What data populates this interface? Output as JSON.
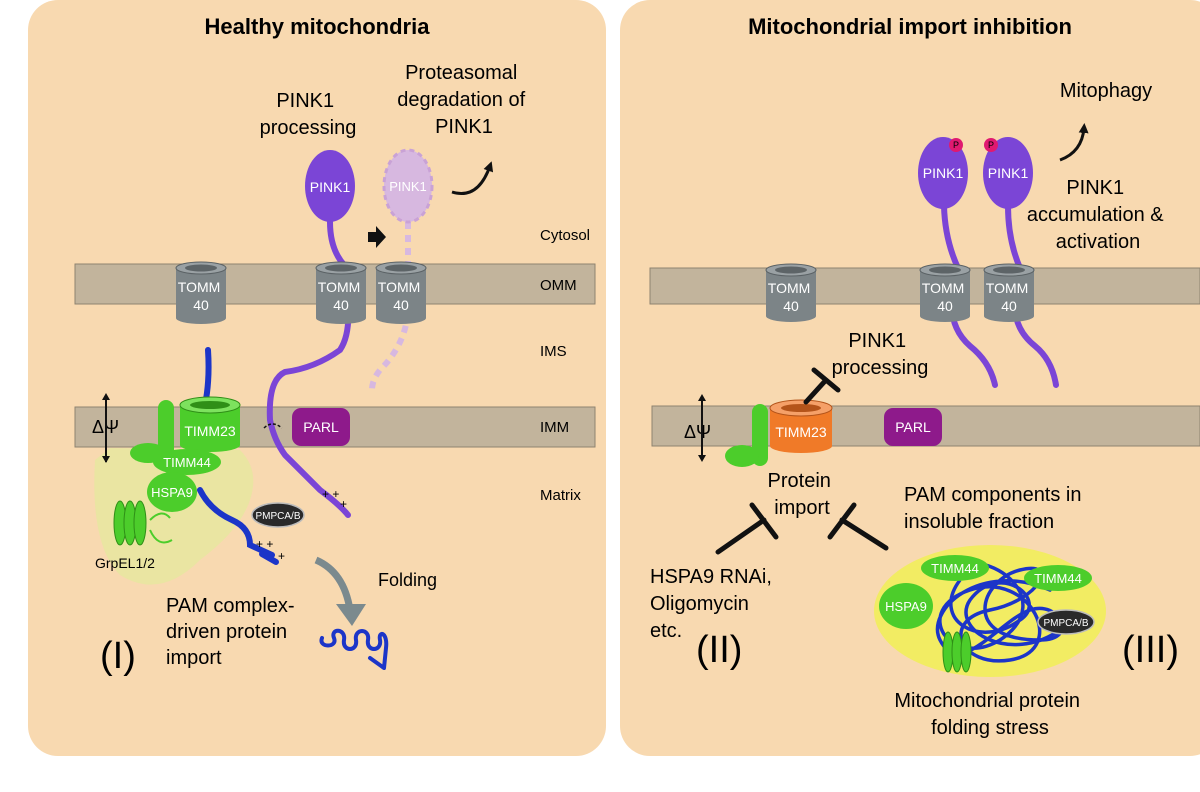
{
  "left_panel": {
    "title": "Healthy mitochondria",
    "layer_labels": {
      "cytosol": "Cytosol",
      "omm": "OMM",
      "ims": "IMS",
      "imm": "IMM",
      "matrix": "Matrix"
    },
    "tomm_a": [
      "TOMM",
      "40"
    ],
    "tomm_b": [
      "TOMM",
      "40"
    ],
    "tomm_c": [
      "TOMM",
      "40"
    ],
    "pink1": "PINK1",
    "pink1_faded": "PINK1",
    "processing": [
      "PINK1",
      "processing"
    ],
    "degradation": [
      "Proteasomal",
      "degradation of",
      "PINK1"
    ],
    "timm23": "TIMM23",
    "timm44": "TIMM44",
    "hspa9": "HSPA9",
    "parl": "PARL",
    "pmpca": "PMPCA/B",
    "grpel": "GrpEL1/2",
    "delta_psi": "ΔΨ",
    "folding": "Folding",
    "pam_text": [
      "PAM complex-",
      "driven protein",
      "import"
    ],
    "roman": "(I)"
  },
  "right_panel": {
    "title": "Mitochondrial import inhibition",
    "mitophagy": "Mitophagy",
    "pink1_a": "PINK1",
    "pink1_b": "PINK1",
    "phospho_a": "P",
    "phospho_b": "P",
    "accumulation": [
      "PINK1",
      "accumulation &",
      "activation"
    ],
    "tomm_a": [
      "TOMM",
      "40"
    ],
    "tomm_b": [
      "TOMM",
      "40"
    ],
    "tomm_c": [
      "TOMM",
      "40"
    ],
    "processing": [
      "PINK1",
      "processing"
    ],
    "timm23": "TIMM23",
    "parl": "PARL",
    "delta_psi": "ΔΨ",
    "protein_import": [
      "Protein",
      "import"
    ],
    "pam_insoluble": [
      "PAM components in",
      "insoluble fraction"
    ],
    "inhibitors": [
      "HSPA9 RNAi,",
      "Oligomycin",
      "etc."
    ],
    "roman_ii": "(II)",
    "timm44_a": "TIMM44",
    "timm44_b": "TIMM44",
    "hspa9": "HSPA9",
    "pmpca": "PMPCA/B",
    "stress": [
      "Mitochondrial protein",
      "folding stress"
    ],
    "roman_iii": "(III)"
  },
  "colors": {
    "panel_bg": "#f8d9b0",
    "membrane": "#c2b49c",
    "tomm": "#7c8487",
    "pink1": "#7b45d6",
    "pink1_faded": "#d7b8e0",
    "green": "#4ccd2b",
    "parl": "#8e1a8b",
    "blue_chain": "#1c35c8",
    "timm23_inhibited": "#f07a28",
    "phospho": "#e01970",
    "pam_halo": "#e8e6a0",
    "yellow_blob": "#f2ec63",
    "gray_arrow": "#7b8a8e"
  }
}
